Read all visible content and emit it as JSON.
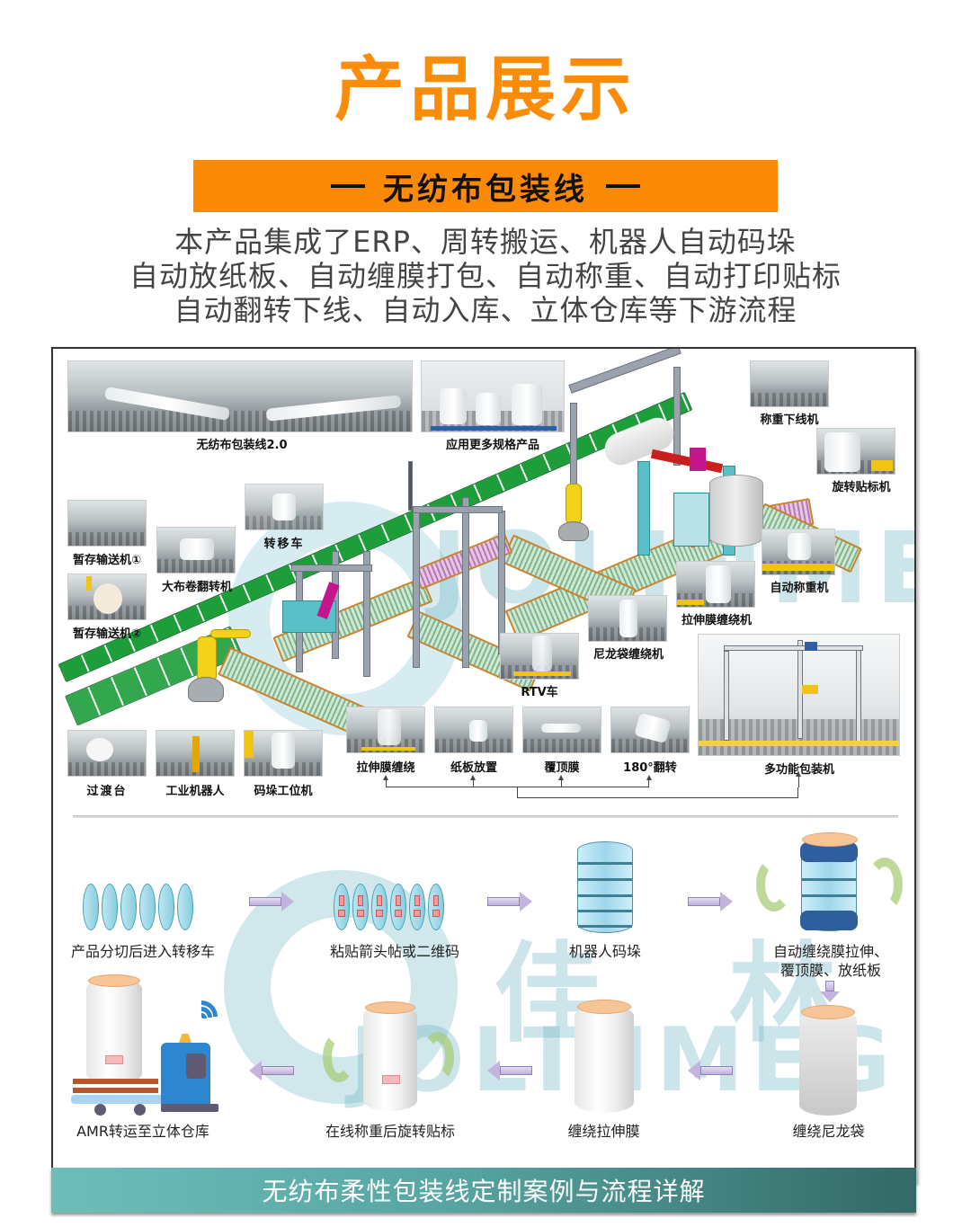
{
  "header": {
    "title": "产品展示",
    "subtitle": "无纺布包装线",
    "intro_lines": [
      "本产品集成了ERP、周转搬运、机器人自动码垛",
      "自动放纸板、自动缠膜打包、自动称重、自动打印贴标",
      "自动翻转下线、自动入库、立体仓库等下游流程"
    ]
  },
  "colors": {
    "title_orange": "#fb8c0a",
    "banner_orange": "#fd8a06",
    "footer_teal_start": "#6fbdb9",
    "footer_teal_end": "#336966"
  },
  "watermark": {
    "brand_cn": "佳  林",
    "brand_en": "JOLINMEG",
    "registered": "®"
  },
  "equipment_photos": [
    {
      "label": "无纺布包装线2.0"
    },
    {
      "label": "应用更多规格产品"
    },
    {
      "label": "称重下线机"
    },
    {
      "label": "旋转贴标机"
    },
    {
      "label": "暂存输送机①"
    },
    {
      "label": "转移车"
    },
    {
      "label": "大布卷翻转机"
    },
    {
      "label": "暂存输送机②"
    },
    {
      "label": "自动称重机"
    },
    {
      "label": "拉伸膜缠绕机"
    },
    {
      "label": "尼龙袋缠绕机"
    },
    {
      "label": "RTV车"
    },
    {
      "label": "过渡台"
    },
    {
      "label": "工业机器人"
    },
    {
      "label": "码垛工位机"
    },
    {
      "label": "拉伸膜缠绕"
    },
    {
      "label": "纸板放置"
    },
    {
      "label": "覆顶膜"
    },
    {
      "label": "180°翻转"
    },
    {
      "label": "多功能包装机"
    }
  ],
  "flow": {
    "steps": [
      {
        "label": "产品分切后进入转移车"
      },
      {
        "label": "粘贴箭头帖或二维码"
      },
      {
        "label": "机器人码垛"
      },
      {
        "label": "自动缠绕膜拉伸、\n覆顶膜、放纸板",
        "line1": "自动缠绕膜拉伸、",
        "line2": "覆顶膜、放纸板"
      },
      {
        "label": "缠绕尼龙袋"
      },
      {
        "label": "缠绕拉伸膜"
      },
      {
        "label": "在线称重后旋转贴标"
      },
      {
        "label": "AMR转运至立体仓库"
      }
    ]
  },
  "footer": {
    "banner": "无纺布柔性包装线定制案例与流程详解"
  }
}
